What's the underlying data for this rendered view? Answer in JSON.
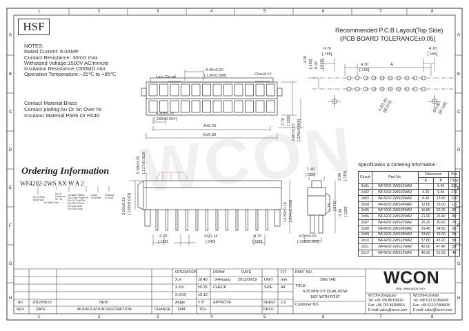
{
  "header": {
    "badge": "HSF"
  },
  "border": {
    "cols": [
      "1",
      "2",
      "3",
      "4",
      "5",
      "6",
      "7",
      "8"
    ],
    "rows": [
      "A",
      "B",
      "C",
      "D",
      "E",
      "F",
      "G",
      "H"
    ]
  },
  "notes": {
    "title": "NOTES:",
    "lines": [
      "Rated Current: 9.0AMP",
      "Contact Resistance: 30mΩ max",
      "Withstand Voltage:1500V AC/minute",
      "Insulation Resistance:1000MΩ min",
      "Operation Temperature:−25℃ to +85℃"
    ],
    "material": [
      "Contact Material:Brass",
      "Contact plating:Au Or Sn Over Ni",
      "Insulator Material:PA66 Or PA46"
    ]
  },
  "pcb": {
    "title": "Recommended P.C.B Layout(Top Side)",
    "subtitle": "(PCB BOARD TOLERANCE±0.05)",
    "d1": "4.70",
    "d1b": "[.185]",
    "d2": "4.70",
    "d2b": "[.185]",
    "d3": "4.20",
    "d3b": "[.165]",
    "d4": "4.20",
    "d4b": "[.165]",
    "d5": "0.40",
    "d5b": "[.016]",
    "dA": "A",
    "hole1": "4-Ø1.85",
    "hole1b": "[Ø.073]",
    "hole2": "Ø3.00",
    "hole2b": "[Ø.118]"
  },
  "front": {
    "last_circuit": "Last Circuit",
    "circuit1": "Circuit 1#",
    "d1": "3.40±0.20",
    "d1b": "[.134±0.008]",
    "d2": "4.20±0.10",
    "d2b": "[.165±0.004]",
    "d3": "A±0.20",
    "d4": "B±0.30",
    "d5": "2.70",
    "d5b": "[.106]",
    "d6": "9.60±0.15",
    "d6b": "[.378±0.006]"
  },
  "ordering": {
    "title": "Ordering Information",
    "part": "WF4202-2WS  XX  W A 2",
    "legend": [
      "No.of Row",
      "Dual Row",
      "W=With Post",
      "No.of",
      "Positions",
      "02~12",
      "Contact Plating",
      "D0=Gold Flash/Tin",
      "E0=3u\"Gold/Tin",
      "A0=Gold Flash",
      "F0=15u\"Gold",
      "G0=30u\"Gold",
      "Color",
      "W=White",
      "Packing",
      "A=Tray"
    ]
  },
  "side": {
    "d1": "3.50±0.25",
    "d1b": "[.138±0.010]",
    "d2": "5.50±0.25",
    "d2b": "[.217±0.010]",
    "d3": "4.70",
    "d3b": "[.185]",
    "d4": "SQ1.14",
    "d4b": "[.045]",
    "d5": "4.70",
    "d5b": "[.185]",
    "d6": "12.80±0.15",
    "d6b": "[.504±0.006]",
    "d7": "1.40",
    "d7b": "[.055]",
    "d8": "3.00",
    "d8b": "[.118]",
    "d9": "1.78",
    "d9b": "[.070]",
    "d10": "3.30",
    "d10b": "[.130]",
    "d11": "4.20±0.15",
    "d11b": "[.165±0.006]"
  },
  "spec": {
    "title": "Specification & Ordering Information:",
    "headers": [
      "Circuit",
      "Part No.",
      "Dimension",
      "Pcs"
    ],
    "subheaders": [
      "A",
      "B",
      "/Tray"
    ],
    "rows": [
      [
        "2x01",
        "WF4202-2WS01WA2",
        "-",
        "5.40",
        "230"
      ],
      [
        "2x02",
        "WF4202-2WS02WA2",
        "4.20",
        "9.60",
        "170"
      ],
      [
        "2x03",
        "WF4202-2WS03WA2",
        "8.40",
        "13.80",
        "130"
      ],
      [
        "2x04",
        "WF4202-2WS04WA2",
        "12.60",
        "18.00",
        "110"
      ],
      [
        "2x05",
        "WF4202-2WS05WA2",
        "16.80",
        "22.20",
        "90"
      ],
      [
        "2x06",
        "WF4202-2WS06WA2",
        "21.00",
        "26.40",
        "80"
      ],
      [
        "2x07",
        "WF4202-2WS07WA2",
        "25.20",
        "30.60",
        "70"
      ],
      [
        "2x08",
        "WF4202-2WS08WA2",
        "29.40",
        "34.80",
        "60"
      ],
      [
        "2x09",
        "WF4202-2WS09WA2",
        "33.60",
        "39.00",
        "50"
      ],
      [
        "2x10",
        "WF4202-2WS10WA2",
        "37.80",
        "43.20",
        "50"
      ],
      [
        "2x11",
        "WF4202-2WS11WA2",
        "42.00",
        "47.40",
        "50"
      ],
      [
        "2x12",
        "WF4202-2WS12WA2",
        "46.20",
        "51.60",
        "40"
      ]
    ]
  },
  "titleblock": {
    "operation": "OPERATION",
    "tol_mm": "mm",
    "tol": [
      [
        "X.X",
        "±0.40"
      ],
      [
        "X.XX",
        "±0.25"
      ],
      [
        "X.XXX",
        "±0.10"
      ],
      [
        "Angle",
        "± 3°"
      ]
    ],
    "draw": "DRAW",
    "date_h": "DATE",
    "drawer": "JHHuang",
    "draw_date": "2012/09/19",
    "check": "CHECK",
    "approve": "APPROVE",
    "unit": "UNIT",
    "unit_v": "mm",
    "size": "SIZE",
    "size_v": "A4",
    "sheet": "SHEET",
    "sheet_v": "1/2",
    "proj": "PROJ.",
    "fit": "FIT",
    "part_no": "PART NO.",
    "part_v": "SEE TAB",
    "title_h": "TITLE:",
    "title1": "4.20 MINI FIT DUAL ROW",
    "title2": "180° WITH POST",
    "customer": "Customer NO.",
    "dim": "DIM",
    "tol_h": "TOL",
    "change": "CHANGE",
    "rev": "REV",
    "date2": "DATE",
    "mod": "MODIFICATION DESCRIPTION",
    "rev_v": "A0",
    "rev_date": "2012/09/19",
    "rev_desc": "NEW",
    "company": "WCON",
    "web": "Http: www.wcon.com",
    "co1": "WCON-Dongguan",
    "co2": "WCON-Kunshan",
    "tel1": "Tel: +86 769 85358920",
    "tel2": "Tel: +86 512 57468408",
    "fax1": "Fax: +86 769 85358915",
    "fax2": "Fax: +86 512 57468408",
    "mail1": "E-mail: sales@wcon.com",
    "mail2": "E-mail: sales@wcon.com"
  }
}
